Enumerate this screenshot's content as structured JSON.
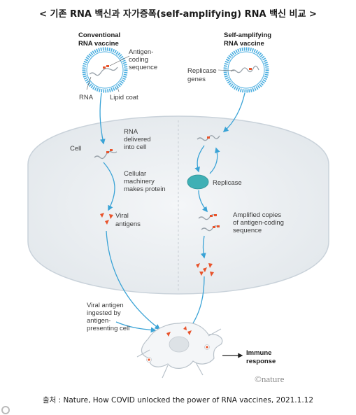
{
  "title": "< 기존 RNA 백신과 자가증폭(self-amplifying) RNA 백신 비교 >",
  "conventional": {
    "heading_line1": "Conventional",
    "heading_line2": "RNA vaccine",
    "antigen_line1": "Antigen-",
    "antigen_line2": "coding",
    "antigen_line3": "sequence",
    "rna": "RNA",
    "lipid": "Lipid coat"
  },
  "self_amplifying": {
    "heading_line1": "Self-amplifying",
    "heading_line2": "RNA vaccine",
    "replicase_line1": "Replicase",
    "replicase_line2": "genes"
  },
  "cell": {
    "label": "Cell",
    "delivered_line1": "RNA",
    "delivered_line2": "delivered",
    "delivered_line3": "into cell",
    "machinery_line1": "Cellular",
    "machinery_line2": "machinery",
    "machinery_line3": "makes protein",
    "viral_line1": "Viral",
    "viral_line2": "antigens",
    "replicase": "Replicase",
    "amplified_line1": "Amplified copies",
    "amplified_line2": "of antigen-coding",
    "amplified_line3": "sequence"
  },
  "apc": {
    "line1": "Viral antigen",
    "line2": "ingested by",
    "line3": "antigen-",
    "line4": "presenting cell"
  },
  "immune": {
    "line1": "Immune",
    "line2": "response"
  },
  "brand": "©nature",
  "source": "출처 : Nature, How COVID unlocked the power of RNA vaccines, 2021.1.12",
  "colors": {
    "accent_blue": "#3aa3d6",
    "lipid_blue": "#4aaee0",
    "rna_orange": "#e8532b",
    "cell_fill": "#eef1f4",
    "replicase_teal": "#3fb0b5"
  }
}
